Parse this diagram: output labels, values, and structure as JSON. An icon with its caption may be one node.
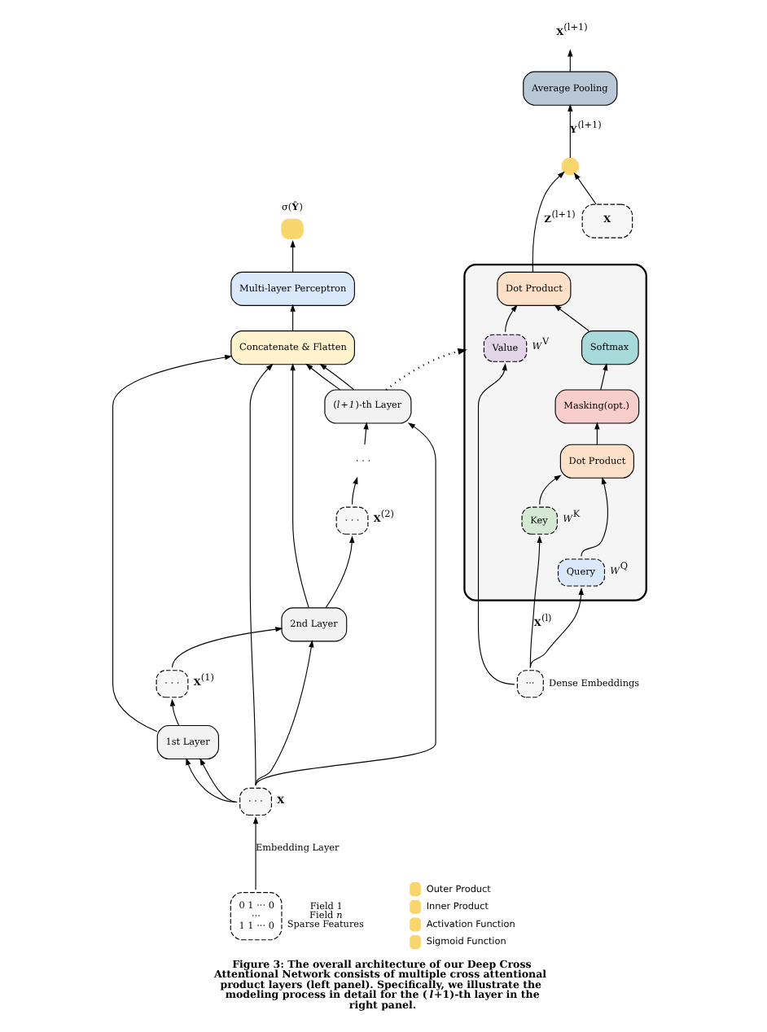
{
  "diagram": {
    "caption": "Figure 3: The overall architecture of our Deep Cross Attentional Network consists of multiple cross attentional product layers (left panel). Specifically, we illustrate the modeling process in detail for the (*l*+1)-th layer in the right panel.",
    "nodes": [
      {
        "text": [],
        "shape": "circle",
        "beside": [
          "σ(**Ŷ**)"
        ]
      },
      {
        "text": [
          "Multi-layer Perceptron"
        ]
      },
      {
        "text": [
          "Concatenate & Flatten"
        ]
      },
      {
        "text": [
          "(*l*+*1*)-th Layer"
        ]
      },
      {
        "text": [
          "· · ·"
        ]
      },
      {
        "text": [
          "· · ·"
        ],
        "beside": [
          "**X**$^{(2)}$"
        ]
      },
      {
        "text": [
          "2nd Layer"
        ]
      },
      {
        "text": [
          "· · ·"
        ],
        "beside": [
          "**X**$^{(1)}$"
        ]
      },
      {
        "text": [
          "1st Layer"
        ]
      },
      {
        "text": [
          "· · ·"
        ],
        "beside": [
          "**X**"
        ]
      },
      {
        "text": [
          "0 1 ··· 0",
          "···",
          "1 1 ··· 0"
        ],
        "beside": [
          "Field 1",
          "Field *n*",
          "Sparse Features"
        ]
      },
      {
        "text": [],
        "shape": "box"
      },
      {
        "text": [
          "Dot Product"
        ],
        "in": 11
      },
      {
        "text": [
          "Softmax"
        ],
        "in": 11
      },
      {
        "text": [
          "Masking(opt.)"
        ],
        "in": 11
      },
      {
        "text": [
          "Dot Product"
        ],
        "in": 11
      },
      {
        "text": [
          "Query"
        ],
        "in": 11,
        "beside": [
          "*W*$^{Q}$"
        ]
      },
      {
        "text": [
          "Key"
        ],
        "in": 11,
        "beside": [
          "*W*$^{K}$"
        ]
      },
      {
        "text": [
          "Value"
        ],
        "in": 11,
        "beside": [
          "*W*$^{V}$"
        ]
      },
      {
        "text": [
          "**X**"
        ]
      },
      {
        "text": [],
        "shape": "circle"
      },
      {
        "text": [
          "Average Pooling"
        ]
      },
      {
        "text": [
          "**X**$^{(l+1)}$"
        ]
      },
      {
        "text": [
          "···"
        ],
        "beside": [
          "Dense Embeddings"
        ]
      }
    ],
    "edges": [
      {
        "from": 1,
        "to": 0,
        "arrow": "to"
      },
      {
        "from": 2,
        "to": 1,
        "arrow": "to"
      },
      {
        "from": 3,
        "to": 2,
        "arrow": "to"
      },
      {
        "from": 4,
        "to": 3,
        "arrow": "to"
      },
      {
        "from": 5,
        "to": 4,
        "arrow": "to"
      },
      {
        "from": 6,
        "to": 5,
        "arrow": "to"
      },
      {
        "from": 7,
        "to": 6,
        "arrow": "to"
      },
      {
        "from": 8,
        "to": 7,
        "arrow": "to"
      },
      {
        "from": 9,
        "to": 8,
        "arrow": "to"
      },
      {
        "from": 10,
        "to": 9,
        "arrow": "to",
        "label": "Embedding Layer"
      },
      {
        "from": 9,
        "to": 8,
        "arrow": "to"
      },
      {
        "from": 9,
        "to": 6,
        "arrow": "to"
      },
      {
        "from": 9,
        "to": 3,
        "arrow": "to"
      },
      {
        "from": 9,
        "to": 2,
        "arrow": "to"
      },
      {
        "from": 8,
        "to": 2,
        "arrow": "to"
      },
      {
        "from": 6,
        "to": 2,
        "arrow": "to"
      },
      {
        "from": 3,
        "to": 2,
        "arrow": "to"
      },
      {
        "from": 3,
        "to": 11,
        "arrow": "to",
        "style": "dashed"
      },
      {
        "from": 23,
        "to": 16,
        "arrow": "to"
      },
      {
        "from": 23,
        "to": 17,
        "arrow": "to",
        "label": "**X**$^{(l)}$"
      },
      {
        "from": 23,
        "to": 18,
        "arrow": "to"
      },
      {
        "from": 16,
        "to": 15,
        "arrow": "to"
      },
      {
        "from": 17,
        "to": 15,
        "arrow": "to"
      },
      {
        "from": 15,
        "to": 14,
        "arrow": "to"
      },
      {
        "from": 14,
        "to": 13,
        "arrow": "to"
      },
      {
        "from": 13,
        "to": 12,
        "arrow": "to"
      },
      {
        "from": 18,
        "to": 12,
        "arrow": "to"
      },
      {
        "from": 12,
        "to": 20,
        "arrow": "to",
        "label": "**Z**$^{(l+1)}$"
      },
      {
        "from": 19,
        "to": 20,
        "arrow": "to"
      },
      {
        "from": 20,
        "to": 21,
        "arrow": "to",
        "label": "**Y**$^{(l+1)}$"
      },
      {
        "from": 21,
        "to": 22,
        "arrow": "to"
      }
    ],
    "legend": [
      {
        "text": "Outer Product"
      },
      {
        "text": "Inner Product"
      },
      {
        "text": "Activation Function"
      },
      {
        "text": "Sigmoid Function"
      }
    ]
  }
}
